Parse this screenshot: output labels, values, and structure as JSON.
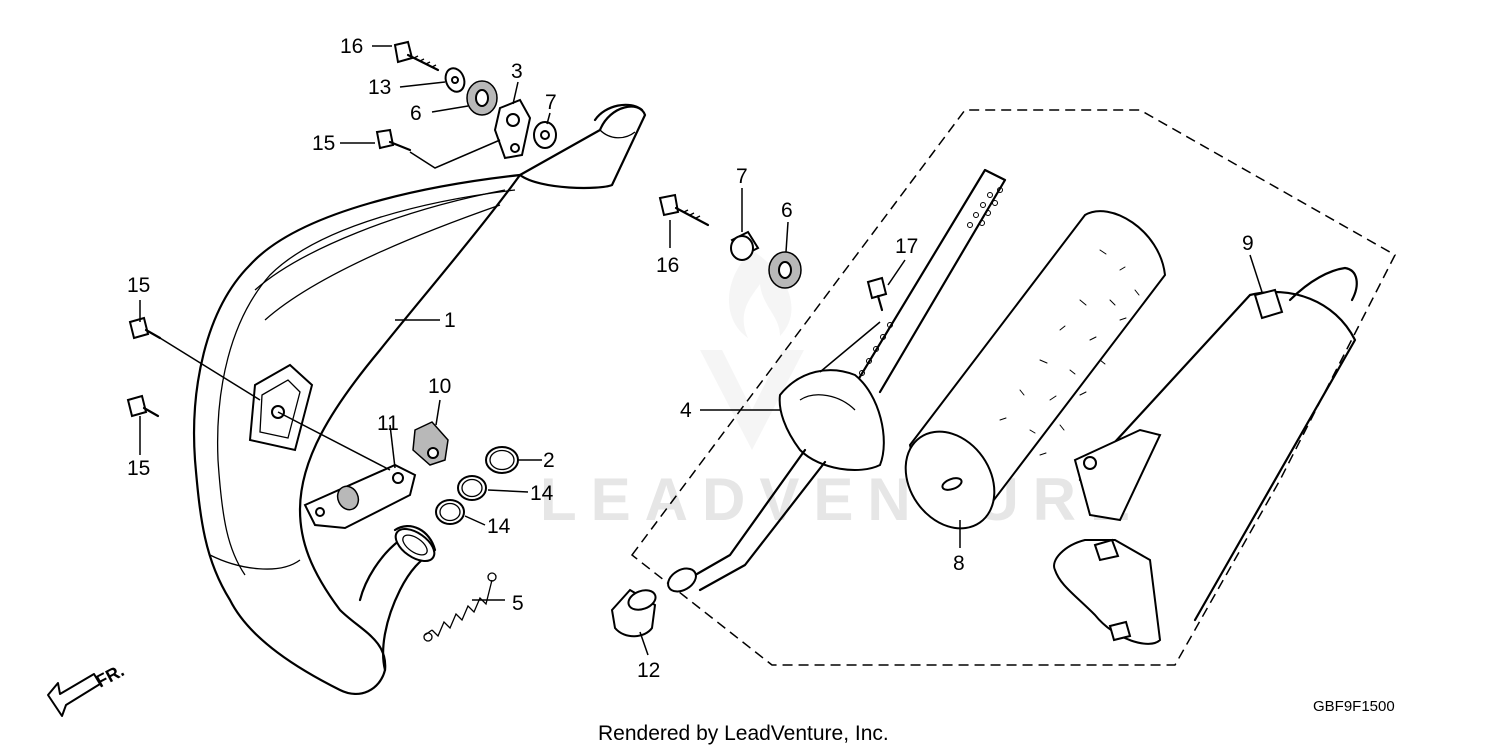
{
  "diagram": {
    "callouts": {
      "c1": "1",
      "c2": "2",
      "c3": "3",
      "c4": "4",
      "c5": "5",
      "c6a": "6",
      "c6b": "6",
      "c7a": "7",
      "c7b": "7",
      "c8": "8",
      "c9": "9",
      "c10": "10",
      "c11": "11",
      "c12": "12",
      "c13": "13",
      "c14a": "14",
      "c14b": "14",
      "c15a": "15",
      "c15b": "15",
      "c15c": "15",
      "c16a": "16",
      "c16b": "16",
      "c17": "17"
    },
    "front_indicator": "FR.",
    "diagram_code": "GBF9F1500",
    "watermark": "LEADVENTURE"
  },
  "footer": {
    "rendered_by": "Rendered by LeadVenture, Inc."
  },
  "icons": {
    "front_arrow": "arrow-down-left-icon",
    "watermark_logo": "leadventure-flame-logo"
  }
}
